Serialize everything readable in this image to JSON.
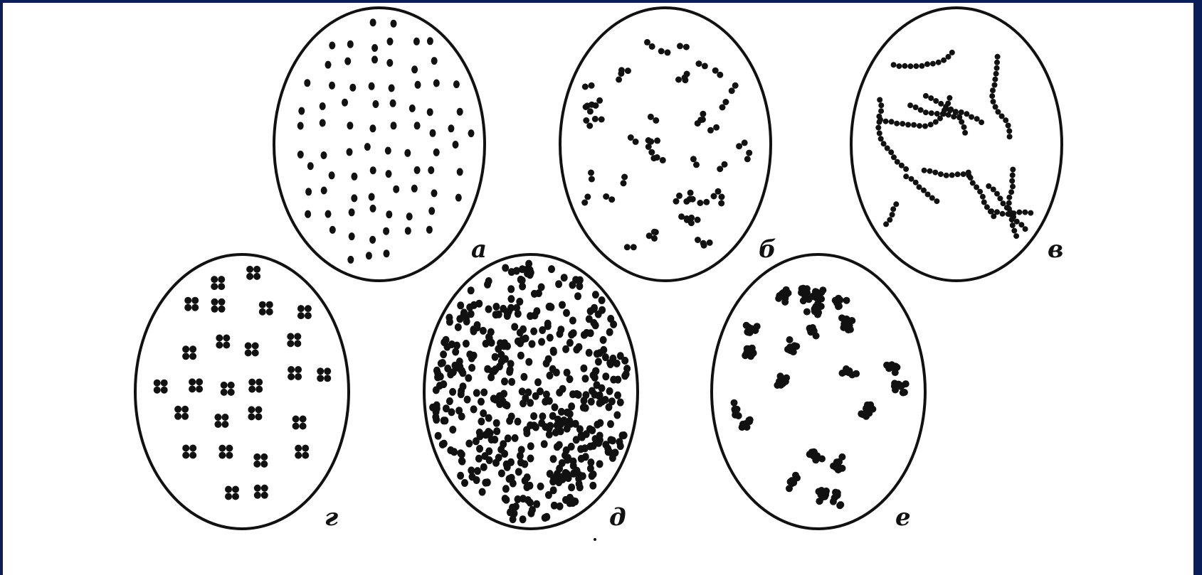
{
  "figure": {
    "panels": [
      {
        "id": "a",
        "label": "а",
        "arrangement": "single"
      },
      {
        "id": "b",
        "label": "б",
        "arrangement": "pairs"
      },
      {
        "id": "v",
        "label": "в",
        "arrangement": "chains"
      },
      {
        "id": "g",
        "label": "г",
        "arrangement": "tetrads"
      },
      {
        "id": "d",
        "label": "д",
        "arrangement": "dense"
      },
      {
        "id": "e",
        "label": "е",
        "arrangement": "clusters"
      }
    ],
    "colors": {
      "frame": "#0a1e5a",
      "ink": "#111111",
      "background": "#ffffff"
    }
  }
}
